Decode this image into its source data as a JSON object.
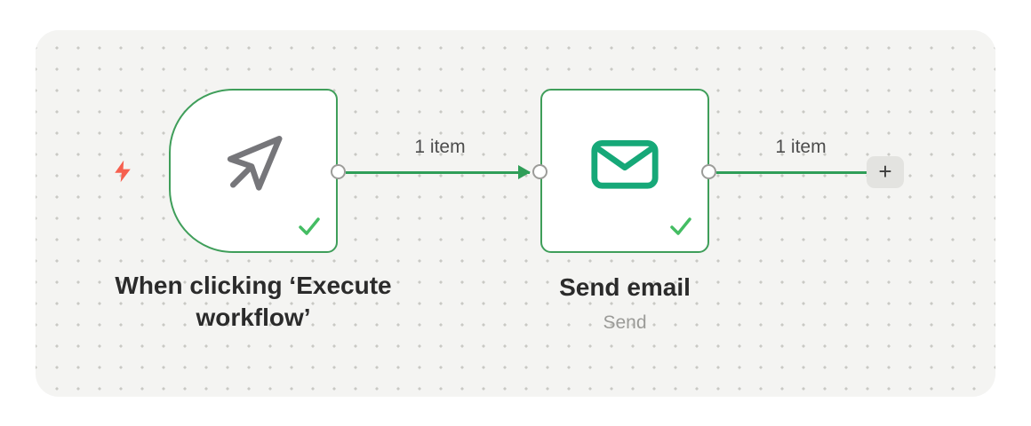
{
  "canvas": {
    "bg": "#f4f4f2",
    "dot_color": "#c9c9c4"
  },
  "nodes": [
    {
      "id": "manual-trigger",
      "title": "When clicking ‘Execute workflow’",
      "icon": "cursor-icon",
      "status": "success"
    },
    {
      "id": "send-email",
      "title": "Send email",
      "subtitle": "Send",
      "icon": "envelope-icon",
      "status": "success"
    }
  ],
  "connections": [
    {
      "label": "1 item"
    },
    {
      "label": "1 item"
    }
  ],
  "add_button": {
    "label": "+"
  },
  "colors": {
    "node_border": "#3f9e5a",
    "connection": "#2f9e58",
    "check": "#44bd63",
    "envelope": "#16a878",
    "lightning": "#f6604f"
  }
}
